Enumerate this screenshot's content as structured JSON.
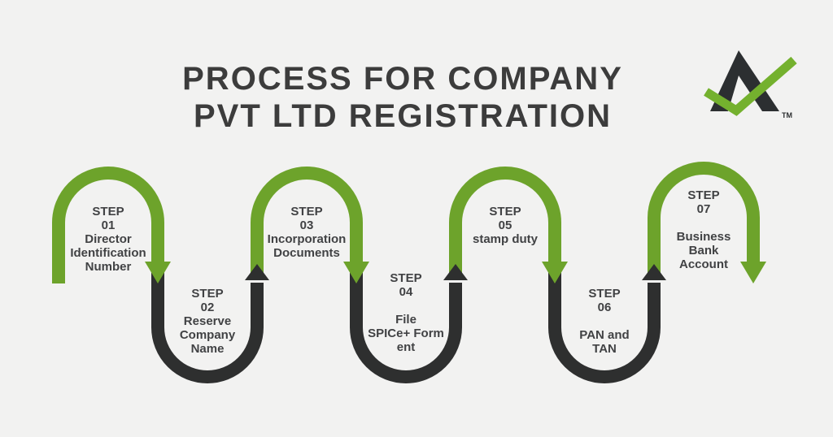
{
  "title": {
    "line1": "PROCESS FOR COMPANY",
    "line2": "PVT LTD REGISTRATION"
  },
  "logo": {
    "description": "letter-A with green checkmark",
    "trademark": "TM"
  },
  "colors": {
    "background": "#f2f2f1",
    "arrow_green": "#6da32b",
    "arrow_dark": "#2e2f2f",
    "logo_dark": "#2c2f31",
    "logo_green": "#74b12e",
    "title_text": "#3c3c3c",
    "step_text": "#414244"
  },
  "steps": [
    {
      "name": "step-01",
      "arch_color": "green",
      "arch_direction": "over",
      "lines": [
        "STEP",
        "01",
        "Director",
        "Identification",
        "Number"
      ]
    },
    {
      "name": "step-02",
      "arch_color": "dark",
      "arch_direction": "under",
      "lines": [
        "STEP",
        "02",
        "Reserve",
        "Company",
        "Name"
      ]
    },
    {
      "name": "step-03",
      "arch_color": "green",
      "arch_direction": "over",
      "lines": [
        "STEP",
        "03",
        "Incorporation",
        "Documents"
      ]
    },
    {
      "name": "step-04",
      "arch_color": "dark",
      "arch_direction": "under",
      "lines": [
        "STEP",
        "04",
        "",
        "File",
        "SPICe+ Form",
        "ent"
      ]
    },
    {
      "name": "step-05",
      "arch_color": "green",
      "arch_direction": "over",
      "lines": [
        "STEP",
        "05",
        "stamp duty"
      ]
    },
    {
      "name": "step-06",
      "arch_color": "dark",
      "arch_direction": "under",
      "lines": [
        "STEP",
        "06",
        "",
        "PAN and",
        "TAN"
      ]
    },
    {
      "name": "step-07",
      "arch_color": "green",
      "arch_direction": "over",
      "lines": [
        "STEP",
        "07",
        "",
        "Business",
        "Bank",
        "Account"
      ]
    }
  ]
}
